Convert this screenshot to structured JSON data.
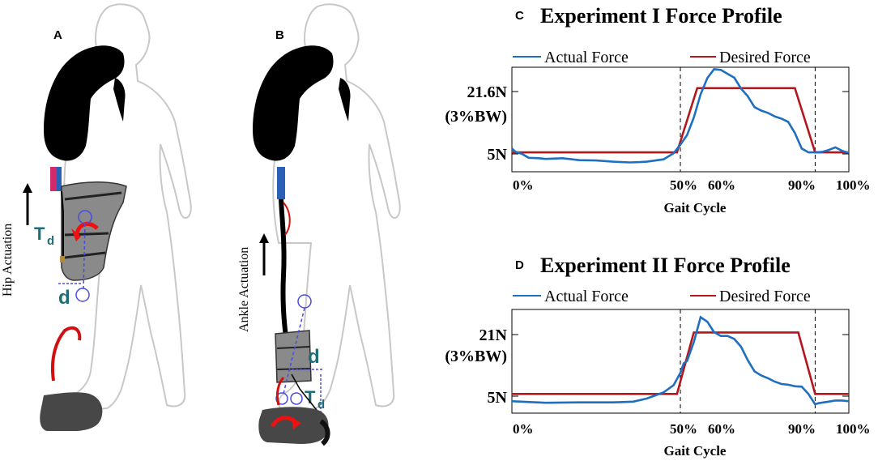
{
  "figure": {
    "panel_a": {
      "letter": "A",
      "actuation_label": "Hip Actuation",
      "torque_symbol": "T",
      "torque_subscript": "d",
      "distance_symbol": "d"
    },
    "panel_b": {
      "letter": "B",
      "actuation_label": "Ankle Actuation",
      "torque_symbol": "T",
      "torque_subscript": "d",
      "distance_symbol": "d"
    },
    "colors": {
      "actual": "#1f6fc0",
      "desired": "#b3171d",
      "symbols": "#1f6e74",
      "device": "#888888",
      "cable": "#d01010"
    }
  },
  "chart_data": [
    {
      "type": "line",
      "letter": "C",
      "title": "Experiment I Force Profile",
      "xlabel": "Gait Cycle",
      "x_ticks": [
        "0%",
        "50%",
        "60%",
        "90%",
        "100%"
      ],
      "y_ticks": [
        "21.6N",
        "(3%BW)",
        "5N"
      ],
      "xlim": [
        0,
        100
      ],
      "ylim": [
        0,
        27
      ],
      "vlines": [
        50,
        90
      ],
      "series": [
        {
          "name": "Actual Force",
          "x": [
            0,
            1,
            3,
            5,
            8,
            10,
            15,
            20,
            25,
            30,
            35,
            38,
            40,
            45,
            48,
            50,
            52,
            54,
            56,
            58,
            60,
            62,
            64,
            66,
            68,
            70,
            72,
            74,
            76,
            78,
            80,
            82,
            84,
            86,
            88,
            90,
            92,
            94,
            96,
            98,
            100
          ],
          "y": [
            6.0,
            5.2,
            4.6,
            3.6,
            3.5,
            3.3,
            3.5,
            3.0,
            2.9,
            2.6,
            2.4,
            2.5,
            2.6,
            3.2,
            4.8,
            7.0,
            9.5,
            14,
            20,
            24.2,
            26.5,
            26.3,
            25.3,
            24.3,
            21.5,
            19.5,
            16.7,
            15.8,
            15.2,
            14.3,
            13.7,
            12.9,
            10.0,
            6.0,
            5.0,
            5.0,
            5.1,
            5.6,
            6.3,
            5.4,
            4.9
          ]
        },
        {
          "name": "Desired Force",
          "x": [
            0,
            49,
            55,
            84,
            90,
            100
          ],
          "y": [
            5,
            5,
            21.6,
            21.6,
            5,
            5
          ]
        }
      ]
    },
    {
      "type": "line",
      "letter": "D",
      "title": "Experiment II Force Profile",
      "xlabel": "Gait Cycle",
      "x_ticks": [
        "0%",
        "50%",
        "60%",
        "90%",
        "100%"
      ],
      "y_ticks": [
        "21N",
        "(3%BW)",
        "5N"
      ],
      "xlim": [
        0,
        100
      ],
      "ylim": [
        0,
        27
      ],
      "vlines": [
        50,
        90
      ],
      "series": [
        {
          "name": "Actual Force",
          "x": [
            0,
            10,
            20,
            30,
            36,
            40,
            45,
            48,
            50,
            51,
            52,
            54,
            56,
            58,
            60,
            62,
            64,
            66,
            68,
            70,
            72,
            74,
            76,
            78,
            80,
            82,
            84,
            86,
            88,
            90,
            91,
            94,
            96,
            98,
            100
          ],
          "y": [
            3.1,
            2.7,
            2.8,
            2.8,
            3.0,
            3.8,
            5.4,
            7.3,
            10.5,
            13.0,
            13.6,
            18.5,
            25.0,
            23.8,
            21.1,
            20.1,
            20.1,
            19.3,
            17.3,
            13.8,
            10.9,
            9.8,
            9.1,
            8.2,
            7.6,
            7.4,
            7.0,
            6.9,
            5.0,
            2.3,
            2.6,
            3.0,
            3.3,
            3.3,
            3.1
          ]
        },
        {
          "name": "Desired Force",
          "x": [
            0,
            49,
            54,
            85,
            90,
            100
          ],
          "y": [
            5,
            5,
            21,
            21,
            5,
            5
          ]
        }
      ]
    }
  ]
}
